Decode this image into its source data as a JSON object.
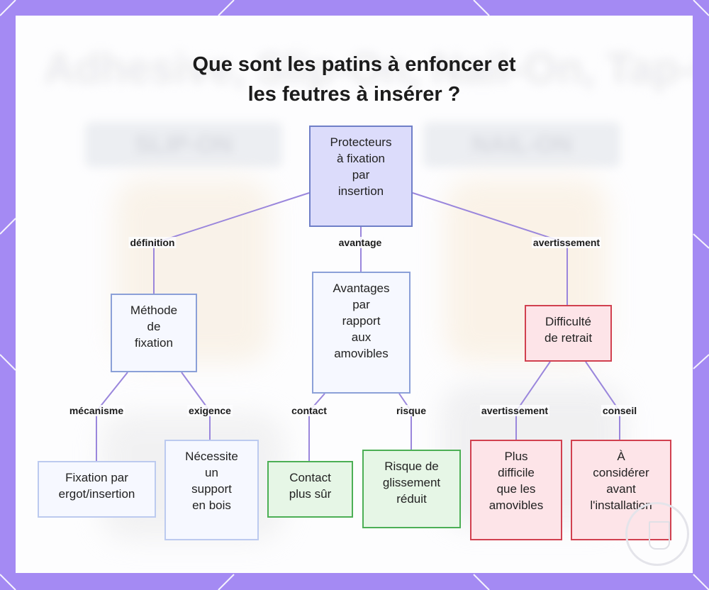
{
  "title": {
    "line1": "Que sont les patins à enfoncer et",
    "line2": "les feutres à insérer ?"
  },
  "background": {
    "ghost_heading": "Adhesive, Slip-On, Nail-On, Tap-On",
    "ghost_button_left": "SLIP-ON",
    "ghost_button_right": "NAIL-ON"
  },
  "nodes": {
    "root": [
      "Protecteurs",
      "à fixation",
      "par",
      "insertion"
    ],
    "method": [
      "Méthode",
      "de",
      "fixation"
    ],
    "advantages": [
      "Avantages",
      "par",
      "rapport",
      "aux",
      "amovibles"
    ],
    "difficulty": [
      "Difficulté",
      "de retrait"
    ],
    "fixation": [
      "Fixation par",
      "ergot/insertion"
    ],
    "support": [
      "Nécessite",
      "un",
      "support",
      "en bois"
    ],
    "contact": [
      "Contact",
      "plus sûr"
    ],
    "slip": [
      "Risque de",
      "glissement",
      "réduit"
    ],
    "harder": [
      "Plus",
      "difficile",
      "que les",
      "amovibles"
    ],
    "consider": [
      "À",
      "considérer",
      "avant",
      "l'installation"
    ]
  },
  "edge_labels": {
    "definition": "définition",
    "avantage": "avantage",
    "avertissement_top": "avertissement",
    "mecanisme": "mécanisme",
    "exigence": "exigence",
    "contact": "contact",
    "risque": "risque",
    "avertissement_bottom": "avertissement",
    "conseil": "conseil"
  },
  "colors": {
    "frame": "#a48af3",
    "edge": "#9a86dc",
    "root_fill": "#dcdcfb",
    "green_border": "#4caf55",
    "red_border": "#d1404f"
  }
}
